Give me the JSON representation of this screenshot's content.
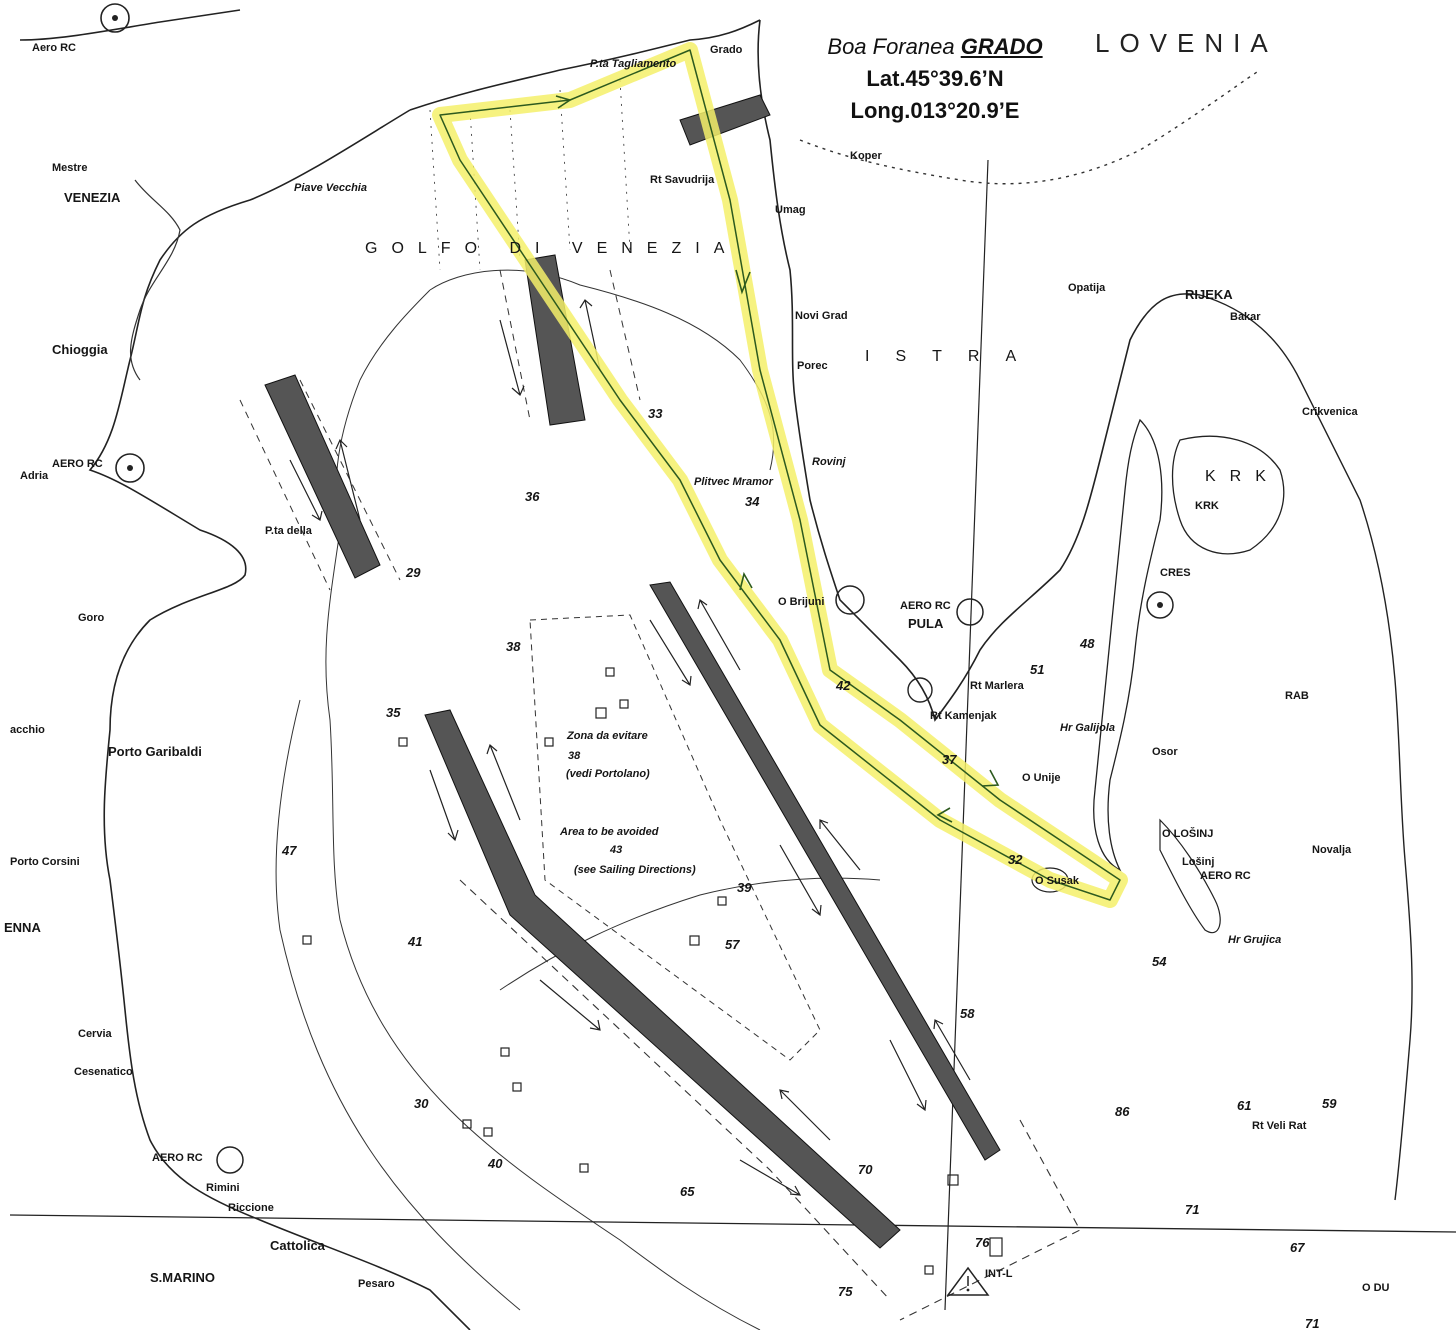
{
  "info_box": {
    "name_prefix": "Boa Foranea",
    "name_bold": "GRADO",
    "lat": "Lat.45°39.6’N",
    "long": "Long.013°20.9’E"
  },
  "country_label": "LOVENIA",
  "sea_label": "GOLFO DI VENEZIA",
  "region_label": "ISTRA",
  "island_label": "KRK",
  "places": {
    "aero_rc_top": "Aero RC",
    "pta_tagliamento": "P.ta Tagliamento",
    "grado": "Grado",
    "koper": "Koper",
    "mestre": "Mestre",
    "venezia": "VENEZIA",
    "piave_vecchia": "Piave Vecchia",
    "rt_savudrija": "Rt Savudrija",
    "umag": "Umag",
    "opatija": "Opatija",
    "rijeka": "RIJEKA",
    "bakar": "Bakar",
    "novi_grad": "Novi Grad",
    "porec": "Porec",
    "crikvenica": "Crikvenica",
    "chioggia": "Chioggia",
    "adria": "Adria",
    "aero_rc_adria": "AERO RC",
    "rovinj": "Rovinj",
    "plitvec_mramor": "Plitvec Mramor",
    "krk_town": "KRK",
    "pta_della_maestra": "P.ta della",
    "cres": "CRES",
    "brijuni": "O Brijuni",
    "aero_rc_pula": "AERO RC",
    "pula": "PULA",
    "goro": "Goro",
    "rt_marlera": "Rt Marlera",
    "rt_kamenjak": "Rt Kamenjak",
    "hr_galijola": "Hr Galijola",
    "osor": "Osor",
    "unije": "O Unije",
    "rab": "RAB",
    "porto_garibaldi": "Porto Garibaldi",
    "lido_acchio": "acchio",
    "porto_corsini": "Porto Corsini",
    "ravenna": "ENNA",
    "losinj": "O LOŠINJ",
    "mali_losinj": "Lošinj",
    "aero_rc_losinj": "AERO RC",
    "susak": "O Susak",
    "novalja": "Novalja",
    "hr_grujica": "Hr Grujica",
    "cervia": "Cervia",
    "cesenatico": "Cesenatico",
    "rt_veli_rat": "Rt Veli Rat",
    "aero_rc_rimini": "AERO RC",
    "rimini": "Rimini",
    "riccione": "Riccione",
    "cattolica": "Cattolica",
    "pesaro": "Pesaro",
    "s_marino": "S.MARINO",
    "o_du": "O DU",
    "int_l": "INT-L",
    "zone_it": "Zona da evitare",
    "zone_it_sub": "(vedi Portolano)",
    "zone_en": "Area to be avoided",
    "zone_en_sub": "(see Sailing Directions)",
    "zone_num_it": "38",
    "zone_num_en": "43"
  },
  "depths": [
    "33",
    "36",
    "34",
    "29",
    "38",
    "35",
    "37",
    "41",
    "57",
    "58",
    "40",
    "39",
    "65",
    "70",
    "75",
    "76",
    "30",
    "71",
    "67",
    "86",
    "61",
    "59",
    "54",
    "48",
    "51",
    "32",
    "42",
    "47",
    "71"
  ],
  "route": {
    "color": "#f4f06a",
    "points_description": "Yellow-highlighted round trip: Grado – Piave Vecchia offing – Istrian coast – Susak – back north"
  }
}
